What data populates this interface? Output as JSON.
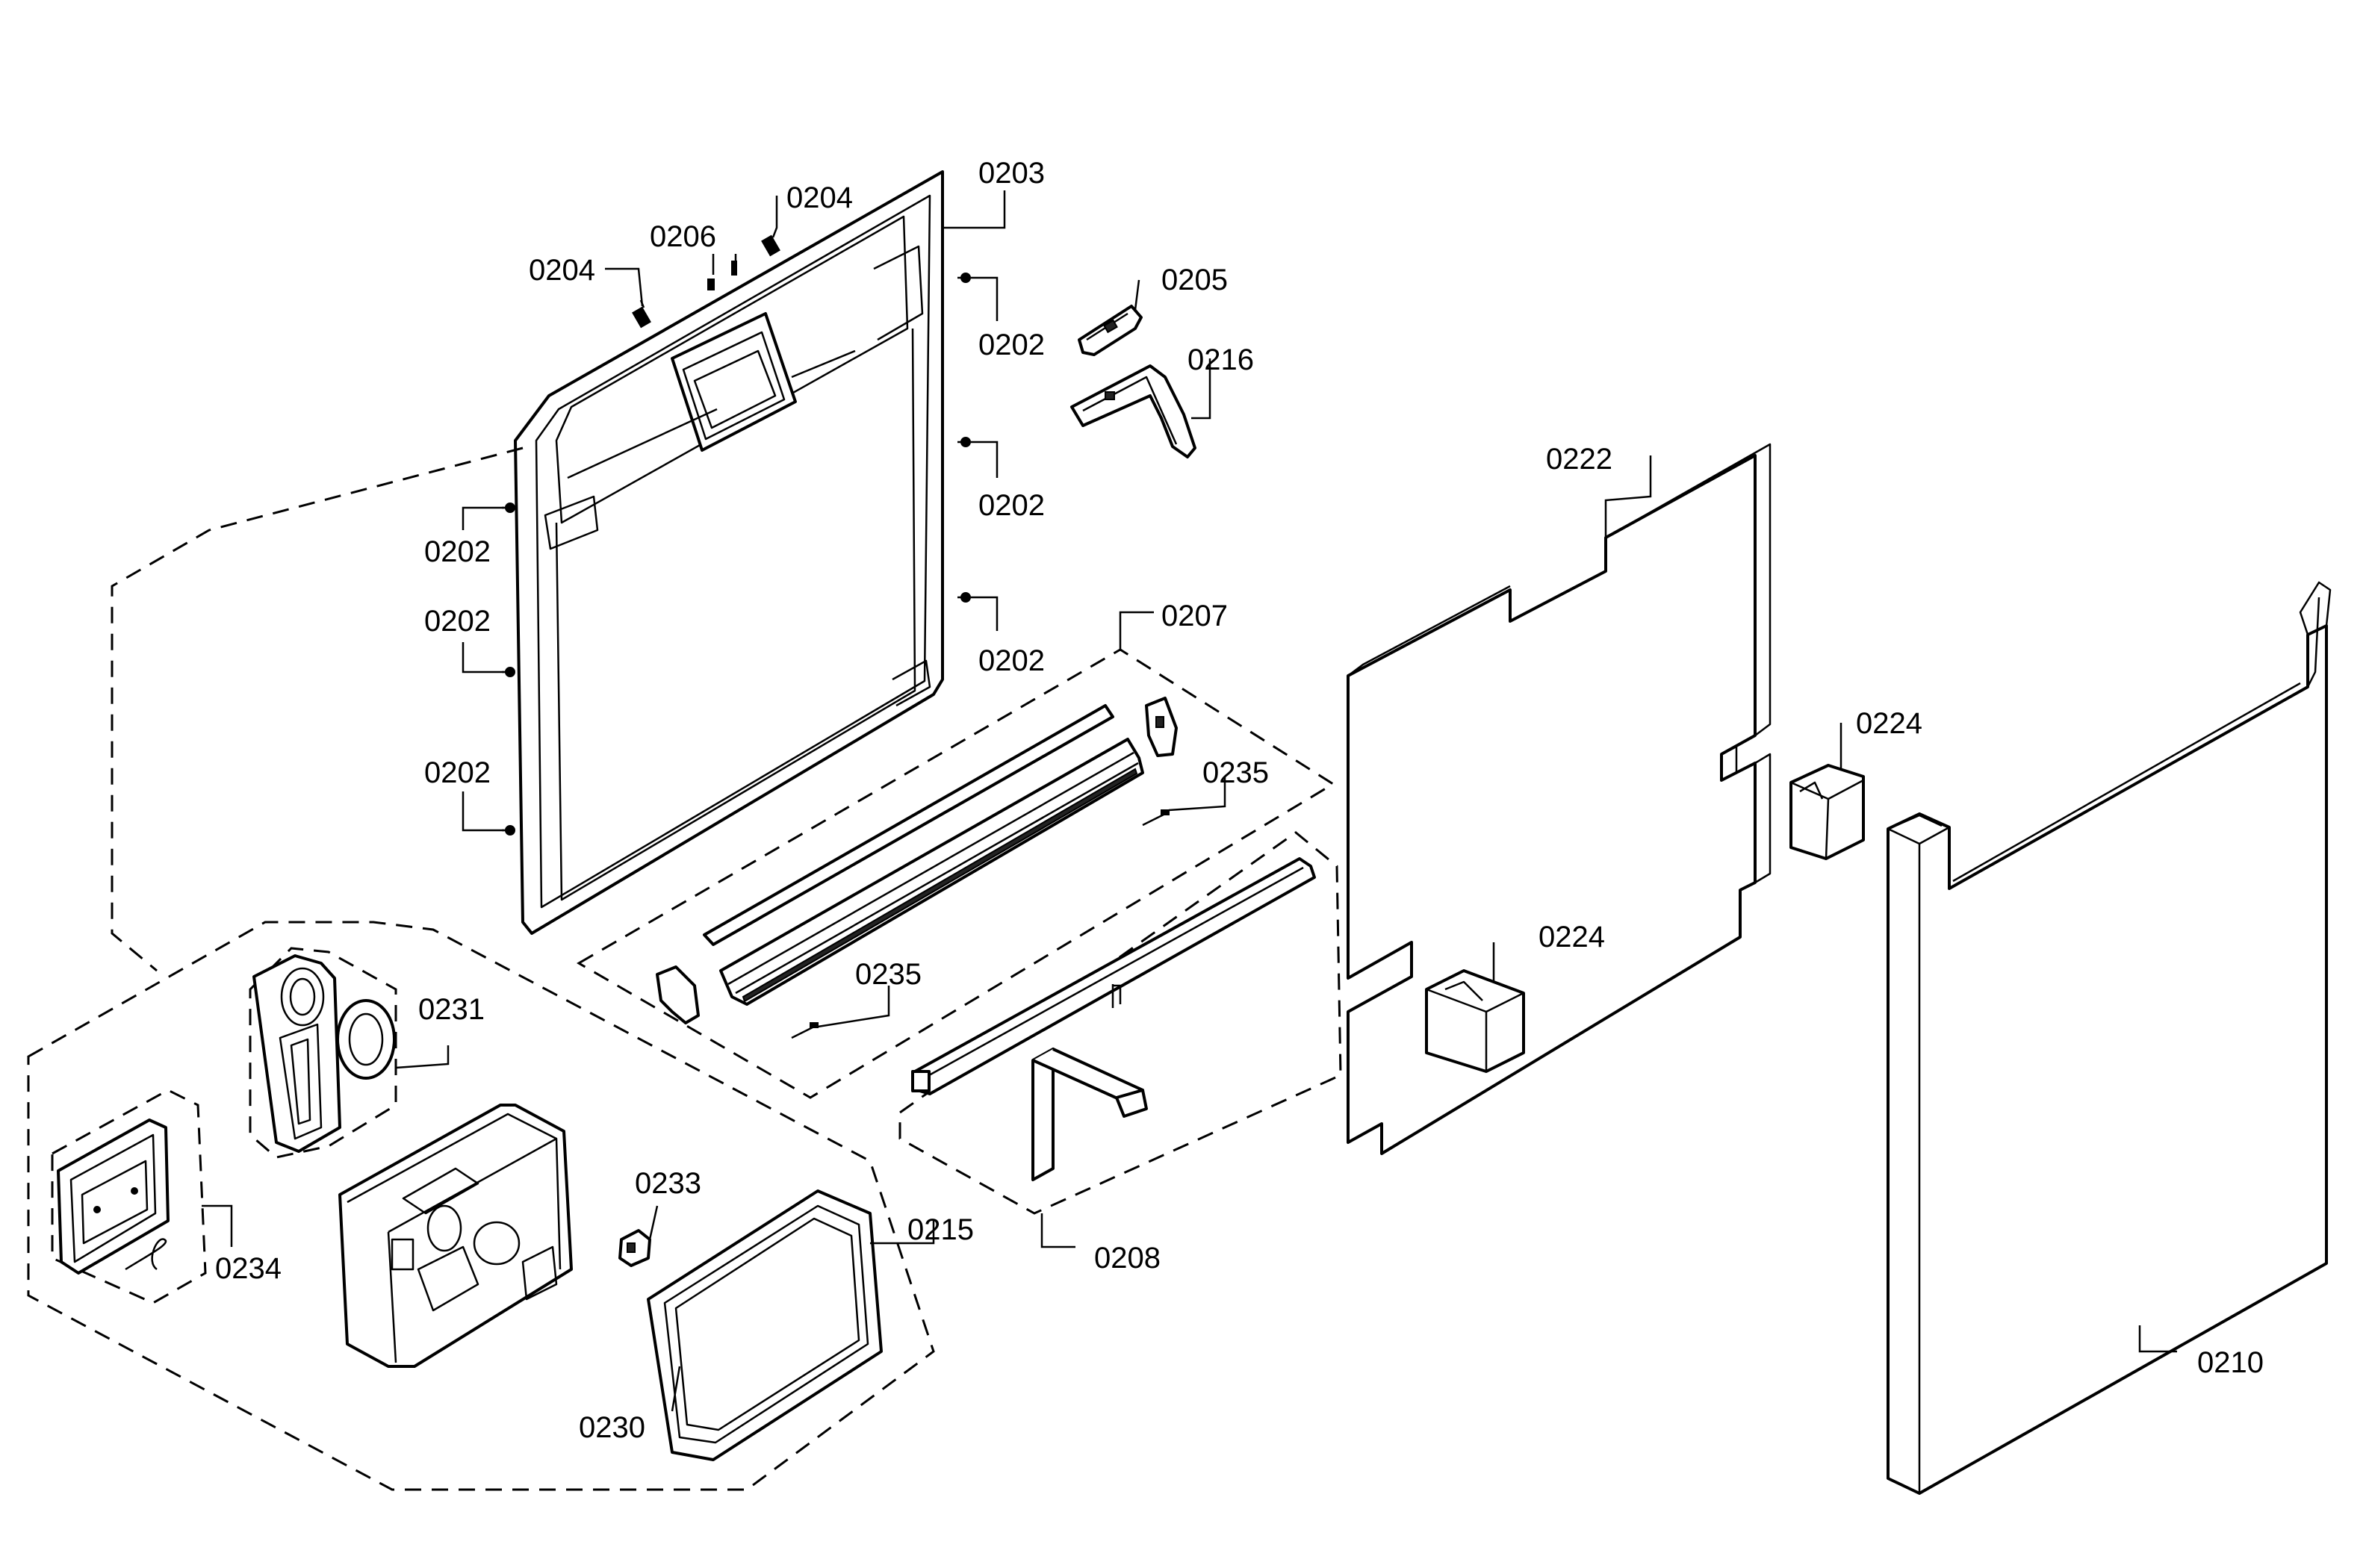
{
  "callouts": {
    "c0203": "0203",
    "c0204a": "0204",
    "c0204b": "0204",
    "c0206": "0206",
    "c0205": "0205",
    "c0216": "0216",
    "c0202_r1": "0202",
    "c0202_r2": "0202",
    "c0202_r3": "0202",
    "c0202_l1": "0202",
    "c0202_l2": "0202",
    "c0202_l3": "0202",
    "c0207": "0207",
    "c0235a": "0235",
    "c0235b": "0235",
    "c0222": "0222",
    "c0224a": "0224",
    "c0224b": "0224",
    "c0231": "0231",
    "c0233": "0233",
    "c0215": "0215",
    "c0234": "0234",
    "c0230": "0230",
    "c0208": "0208",
    "c0210": "0210"
  }
}
